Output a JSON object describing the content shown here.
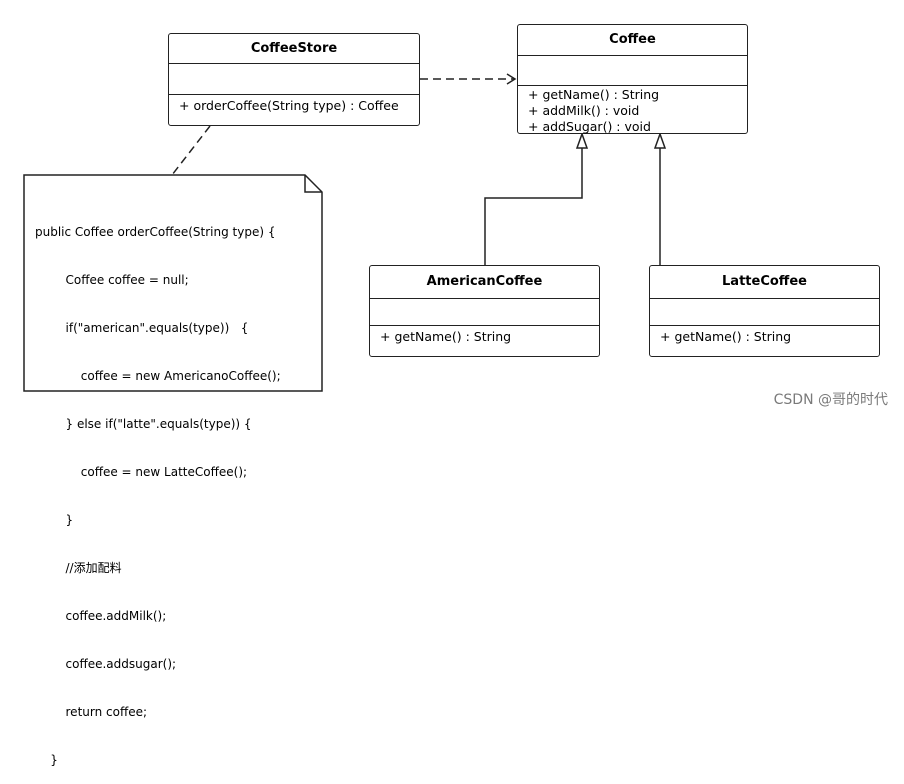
{
  "classes": {
    "coffee_store": {
      "name": "CoffeeStore",
      "methods": [
        "+ orderCoffee(String type) : Coffee"
      ]
    },
    "coffee": {
      "name": "Coffee",
      "methods": [
        "+ getName() : String",
        "+ addMilk() : void",
        "+ addSugar() : void"
      ]
    },
    "american_coffee": {
      "name": "AmericanCoffee",
      "methods": [
        "+ getName() : String"
      ]
    },
    "latte_coffee": {
      "name": "LatteCoffee",
      "methods": [
        "+ getName() : String"
      ]
    }
  },
  "note": {
    "code_lines": [
      "public Coffee orderCoffee(String type) {",
      "        Coffee coffee = null;",
      "        if(\"american\".equals(type))   {",
      "            coffee = new AmericanoCoffee();",
      "        } else if(\"latte\".equals(type)) {",
      "            coffee = new LatteCoffee();",
      "        }",
      "        //添加配料",
      "        coffee.addMilk();",
      "        coffee.addsugar();",
      "        return coffee;",
      "    }"
    ]
  },
  "relations": [
    {
      "type": "dependency",
      "from": "CoffeeStore",
      "to": "Coffee"
    },
    {
      "type": "generalization",
      "from": "AmericanCoffee",
      "to": "Coffee"
    },
    {
      "type": "generalization",
      "from": "LatteCoffee",
      "to": "Coffee"
    },
    {
      "type": "note-anchor",
      "from": "note",
      "to": "CoffeeStore"
    }
  ],
  "watermark": "CSDN @哥的时代"
}
